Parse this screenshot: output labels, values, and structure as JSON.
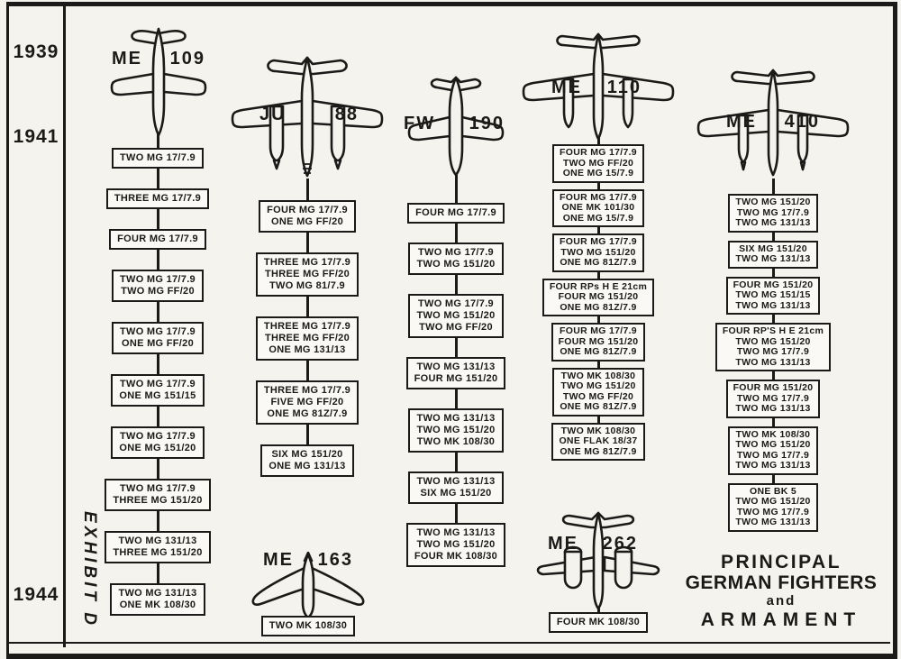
{
  "document": {
    "exhibit_label": "EXHIBIT D",
    "years": [
      "1939",
      "1941",
      "1944"
    ],
    "title": {
      "line1": "PRINCIPAL",
      "line2": "GERMAN FIGHTERS",
      "line3": "and",
      "line4": "ARMAMENT"
    },
    "ink_color": "#1b1a18",
    "paper_color": "#f5f3ee"
  },
  "columns": {
    "me109": {
      "maker": "ME",
      "number": "109",
      "icon": "single-engine-fighter-plane-icon",
      "boxes": [
        [
          "TWO MG 17/7.9"
        ],
        [
          "THREE MG 17/7.9"
        ],
        [
          "FOUR MG 17/7.9"
        ],
        [
          "TWO MG 17/7.9",
          "TWO MG FF/20"
        ],
        [
          "TWO MG 17/7.9",
          "ONE MG FF/20"
        ],
        [
          "TWO MG 17/7.9",
          "ONE MG 151/15"
        ],
        [
          "TWO MG 17/7.9",
          "ONE MG 151/20"
        ],
        [
          "TWO MG 17/7.9",
          "THREE MG 151/20"
        ],
        [
          "TWO MG 131/13",
          "THREE MG 151/20"
        ],
        [
          "TWO MG 131/13",
          "ONE MK 108/30"
        ]
      ]
    },
    "ju88": {
      "maker": "JU",
      "number": "88",
      "icon": "twin-engine-bomber-plane-icon",
      "boxes": [
        [
          "FOUR MG 17/7.9",
          "ONE MG FF/20"
        ],
        [
          "THREE MG 17/7.9",
          "THREE MG FF/20",
          "TWO MG 81/7.9"
        ],
        [
          "THREE MG 17/7.9",
          "THREE MG FF/20",
          "ONE MG 131/13"
        ],
        [
          "THREE MG 17/7.9",
          "FIVE MG FF/20",
          "ONE MG 81Z/7.9"
        ],
        [
          "SIX MG 151/20",
          "ONE MG 131/13"
        ]
      ]
    },
    "fw190": {
      "maker": "FW",
      "number": "190",
      "icon": "single-engine-fighter-plane-icon",
      "boxes": [
        [
          "FOUR MG 17/7.9"
        ],
        [
          "TWO MG 17/7.9",
          "TWO MG 151/20"
        ],
        [
          "TWO MG 17/7.9",
          "TWO MG 151/20",
          "TWO MG FF/20"
        ],
        [
          "TWO MG 131/13",
          "FOUR MG 151/20"
        ],
        [
          "TWO MG 131/13",
          "TWO MG 151/20",
          "TWO MK 108/30"
        ],
        [
          "TWO MG 131/13",
          "SIX MG 151/20"
        ],
        [
          "TWO MG 131/13",
          "TWO MG 151/20",
          "FOUR MK 108/30"
        ]
      ]
    },
    "me110": {
      "maker": "ME",
      "number": "110",
      "icon": "twin-engine-fighter-plane-icon",
      "boxes": [
        [
          "FOUR MG 17/7.9",
          "TWO MG FF/20",
          "ONE MG 15/7.9"
        ],
        [
          "FOUR MG 17/7.9",
          "ONE MK 101/30",
          "ONE MG 15/7.9"
        ],
        [
          "FOUR MG 17/7.9",
          "TWO MG 151/20",
          "ONE MG 81Z/7.9"
        ],
        [
          "FOUR RPs H E 21cm",
          "FOUR MG 151/20",
          "ONE MG 81Z/7.9"
        ],
        [
          "FOUR MG 17/7.9",
          "FOUR MG 151/20",
          "ONE MG 81Z/7.9"
        ],
        [
          "TWO MK 108/30",
          "TWO MG 151/20",
          "TWO MG FF/20",
          "ONE MG 81Z/7.9"
        ],
        [
          "TWO MK 108/30",
          "ONE FLAK 18/37",
          "ONE MG 81Z/7.9"
        ]
      ]
    },
    "me410": {
      "maker": "ME",
      "number": "410",
      "icon": "twin-engine-fighter-plane-icon",
      "boxes": [
        [
          "TWO MG 151/20",
          "TWO MG 17/7.9",
          "TWO MG 131/13"
        ],
        [
          "SIX MG 151/20",
          "TWO MG 131/13"
        ],
        [
          "FOUR MG 151/20",
          "TWO MG 151/15",
          "TWO MG 131/13"
        ],
        [
          "FOUR RP'S H E 21cm",
          "TWO MG 151/20",
          "TWO MG 17/7.9",
          "TWO MG 131/13"
        ],
        [
          "FOUR MG 151/20",
          "TWO MG 17/7.9",
          "TWO MG 131/13"
        ],
        [
          "TWO MK 108/30",
          "TWO MG 151/20",
          "TWO MG 17/7.9",
          "TWO MG 131/13"
        ],
        [
          "ONE BK 5",
          "TWO MG 151/20",
          "TWO MG 17/7.9",
          "TWO MG 131/13"
        ]
      ]
    },
    "me163": {
      "maker": "ME",
      "number": "163",
      "icon": "rocket-interceptor-plane-icon",
      "boxes": [
        [
          "TWO MK 108/30"
        ]
      ]
    },
    "me262": {
      "maker": "ME",
      "number": "262",
      "icon": "twin-jet-fighter-plane-icon",
      "boxes": [
        [
          "FOUR MK 108/30"
        ]
      ]
    }
  }
}
